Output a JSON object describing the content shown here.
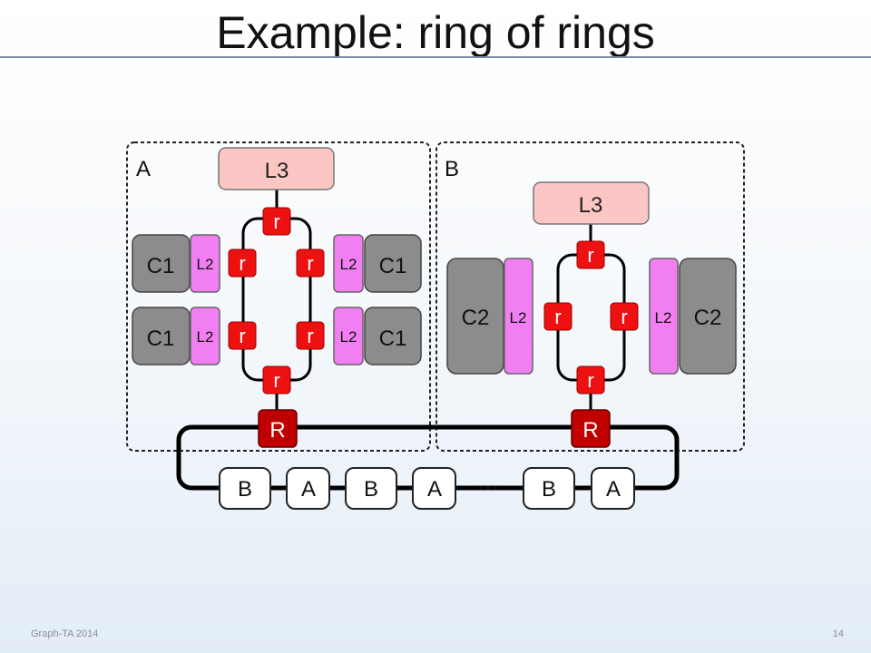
{
  "slide": {
    "title": "Example: ring of rings",
    "footer_left": "Graph-TA 2014",
    "page_number": "14"
  },
  "diagram": {
    "panel_a_label": "A",
    "panel_b_label": "B",
    "l3_label": "L3",
    "l2_label": "L2",
    "router_label": "r",
    "core_router_label": "R",
    "c1_label": "C1",
    "c2_label": "C2",
    "ring_nodes": [
      "B",
      "A",
      "B",
      "A",
      "B",
      "A"
    ],
    "ellipsis": "···"
  },
  "colors": {
    "l3_fill": "#fcc6c4",
    "l2_fill": "#f27ff2",
    "cluster_fill": "#8c8c8c",
    "router_fill": "#ee1111",
    "core_router_fill": "#c00000",
    "ring_node_fill": "#ffffff"
  }
}
